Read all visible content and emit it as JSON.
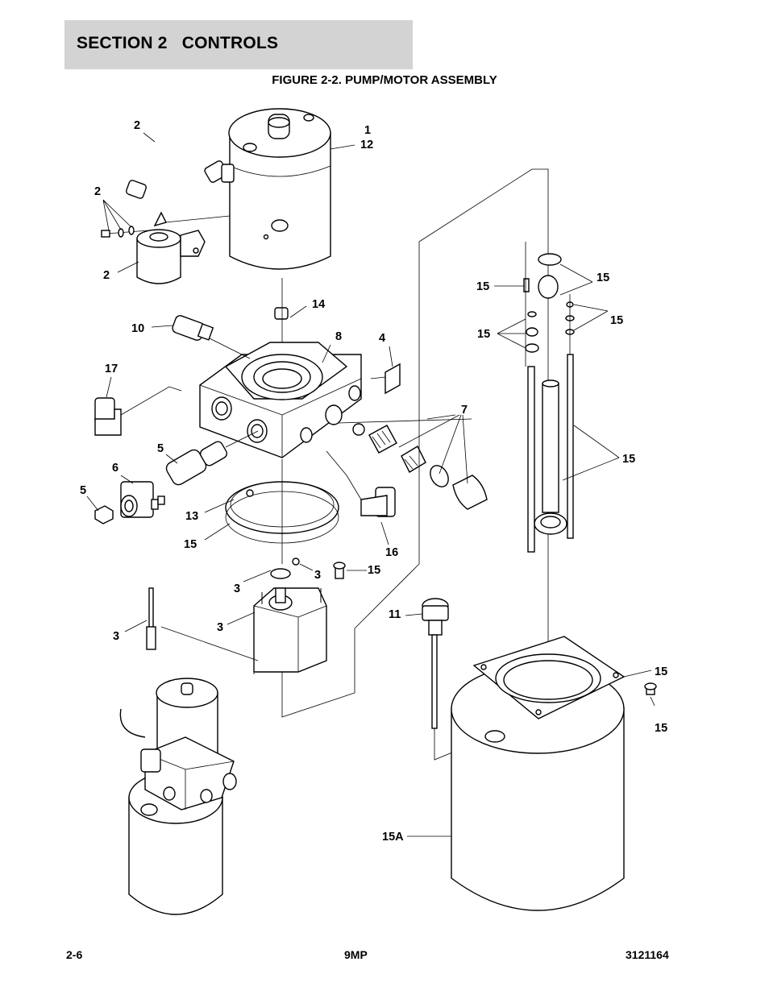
{
  "header": {
    "section_title": "SECTION 2   CONTROLS"
  },
  "figure": {
    "title": "FIGURE 2-2. PUMP/MOTOR ASSEMBLY",
    "callouts": [
      "2",
      "1",
      "12",
      "2",
      "2",
      "14",
      "10",
      "8",
      "4",
      "17",
      "7",
      "5",
      "6",
      "5",
      "13",
      "15",
      "16",
      "3",
      "3",
      "15",
      "3",
      "3",
      "11",
      "15",
      "15",
      "15",
      "15",
      "15",
      "15",
      "15",
      "15A"
    ]
  },
  "footer": {
    "page_number": "2-6",
    "model": "9MP",
    "doc_number": "3121164"
  }
}
